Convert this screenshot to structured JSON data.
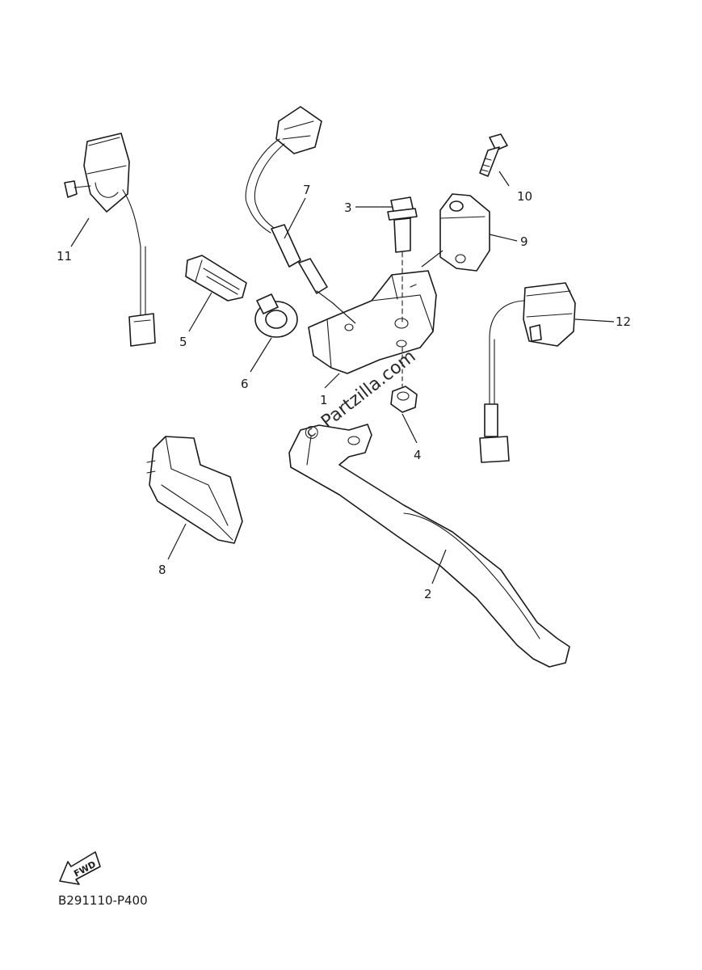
{
  "diagram": {
    "watermark": "© Partzilla.com",
    "fwd_label": "FWD",
    "code": "B291110-P400",
    "callouts": [
      "1",
      "2",
      "3",
      "4",
      "5",
      "6",
      "7",
      "8",
      "9",
      "10",
      "11",
      "12"
    ]
  }
}
